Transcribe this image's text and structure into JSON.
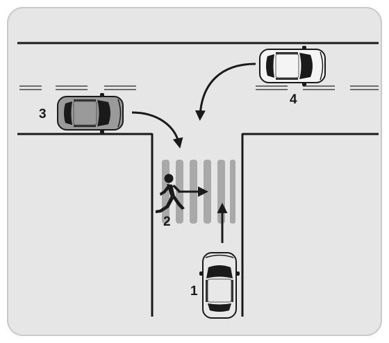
{
  "labels": {
    "car_1": "1",
    "pedestrian_2": "2",
    "car_3": "3",
    "car_4": "4"
  },
  "colors": {
    "panel": "#e6e6e6",
    "panel_border": "#c9c9c9",
    "road_line": "#1a1a1a",
    "crosswalk_stripe": "#a9a9a9",
    "car_body_1": "#e8e8e8",
    "car_body_3": "#9a9a9a",
    "car_body_4": "#f4f4f4",
    "arrow": "#1a1a1a"
  },
  "icons": {
    "car_1": "car-top-view-icon",
    "pedestrian_2": "walking-person-icon",
    "car_3": "car-top-view-icon",
    "car_4": "car-top-view-icon"
  }
}
